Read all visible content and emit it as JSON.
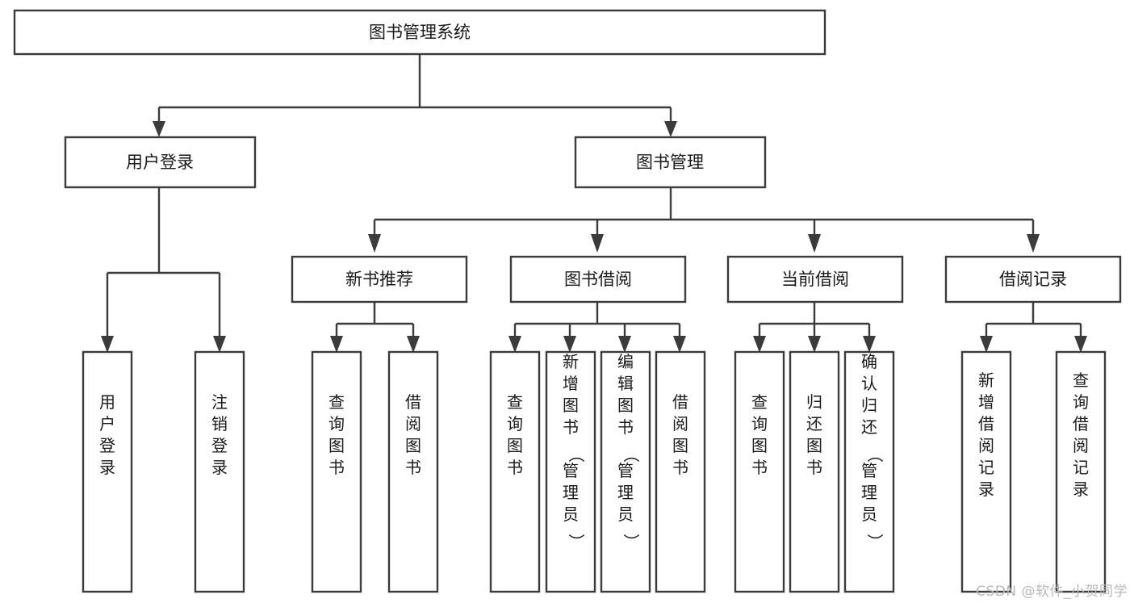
{
  "diagram": {
    "title": "图书管理系统",
    "type": "tree-hierarchy-diagram",
    "colors": {
      "box_stroke": "#3b3b3b",
      "box_fill": "#ffffff",
      "connector": "#3b3b3b",
      "text": "#1a1a1a",
      "watermark": "#b9b9b9",
      "background": "#ffffff"
    },
    "root": {
      "label": "图书管理系统"
    },
    "level2": [
      {
        "label": "用户登录"
      },
      {
        "label": "图书管理"
      }
    ],
    "level3": [
      {
        "label": "新书推荐"
      },
      {
        "label": "图书借阅"
      },
      {
        "label": "当前借阅"
      },
      {
        "label": "借阅记录"
      }
    ],
    "leaves": {
      "user_login": [
        {
          "label": "用户登录"
        },
        {
          "label": "注销登录"
        }
      ],
      "new_book_recommend": [
        {
          "label": "查询图书"
        },
        {
          "label": "借阅图书"
        }
      ],
      "book_borrow": [
        {
          "label": "查询图书"
        },
        {
          "label": "新增图书（管理员）"
        },
        {
          "label": "编辑图书（管理员）"
        },
        {
          "label": "借阅图书"
        }
      ],
      "current_borrow": [
        {
          "label": "查询图书"
        },
        {
          "label": "归还图书"
        },
        {
          "label": "确认归还（管理员）"
        }
      ],
      "borrow_record": [
        {
          "label": "新增借阅记录"
        },
        {
          "label": "查询借阅记录"
        }
      ]
    }
  },
  "watermark": {
    "text": "CSDN @软件_小贺同学"
  }
}
